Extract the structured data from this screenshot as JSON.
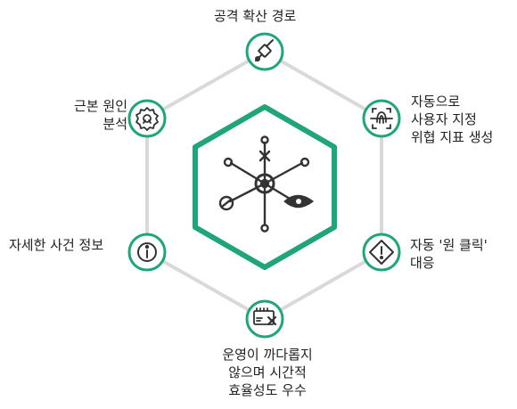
{
  "nodes": {
    "top": {
      "icon": "chainsaw-icon",
      "lines": [
        "공격 확산 경로"
      ]
    },
    "top_right": {
      "icon": "fingerprint-scan-icon",
      "lines": [
        "자동으로",
        "사용자 지정",
        "위협 지표 생성"
      ]
    },
    "bottom_right": {
      "icon": "alert-diamond-icon",
      "lines": [
        "자동 '원 클릭'",
        "대응"
      ]
    },
    "bottom": {
      "icon": "server-error-icon",
      "lines": [
        "운영이 까다롭지",
        "않으며 시간적",
        "효율성도 우수"
      ]
    },
    "left": {
      "icon": "info-icon",
      "lines": [
        "자세한 사건 정보"
      ]
    },
    "top_left": {
      "icon": "gear-bug-icon",
      "lines": [
        "근본 원인",
        "분석"
      ]
    }
  },
  "center": {
    "icon": "network-hub-icon"
  },
  "colors": {
    "accent_green": "#1fa47c",
    "icon_dark": "#333333",
    "connector_gray": "#d9d9d9",
    "text": "#222222"
  }
}
